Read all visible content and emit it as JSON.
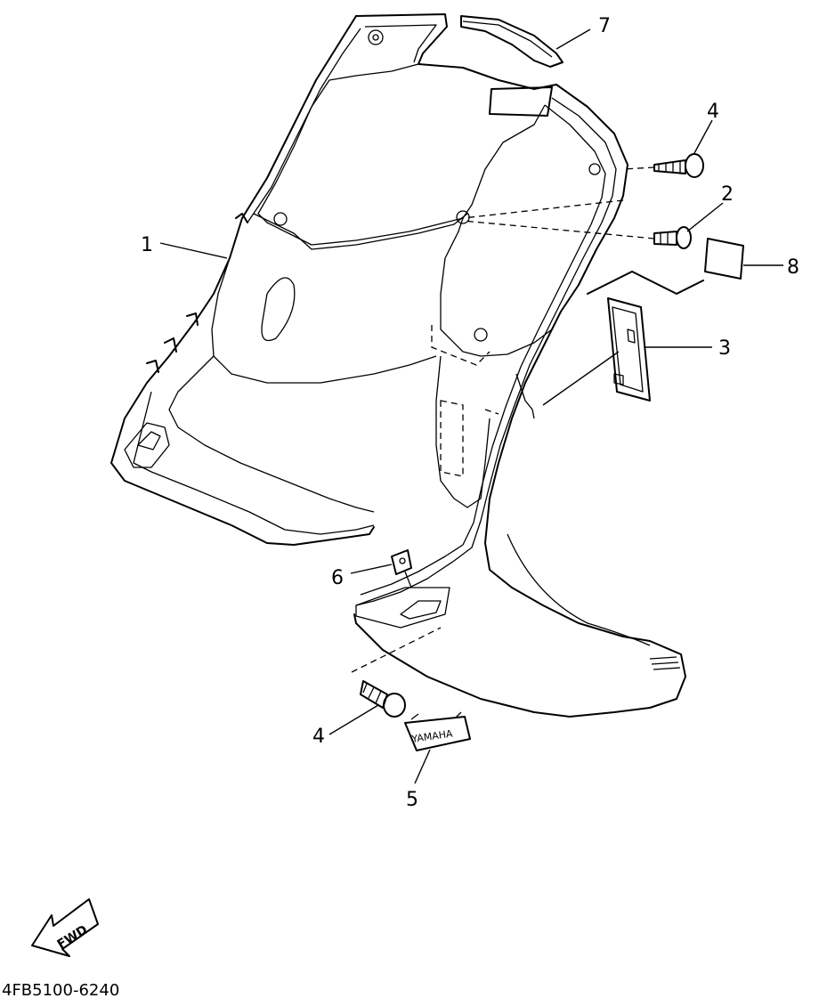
{
  "diagram": {
    "code": "4FB5100-6240",
    "fwd_label": "FWD",
    "emblem_text": "YAMAHA",
    "callouts": {
      "part_1": "1",
      "part_2": "2",
      "part_3": "3",
      "part_4_top": "4",
      "part_4_bottom": "4",
      "part_5": "5",
      "part_6": "6",
      "part_7": "7",
      "part_8": "8"
    }
  }
}
